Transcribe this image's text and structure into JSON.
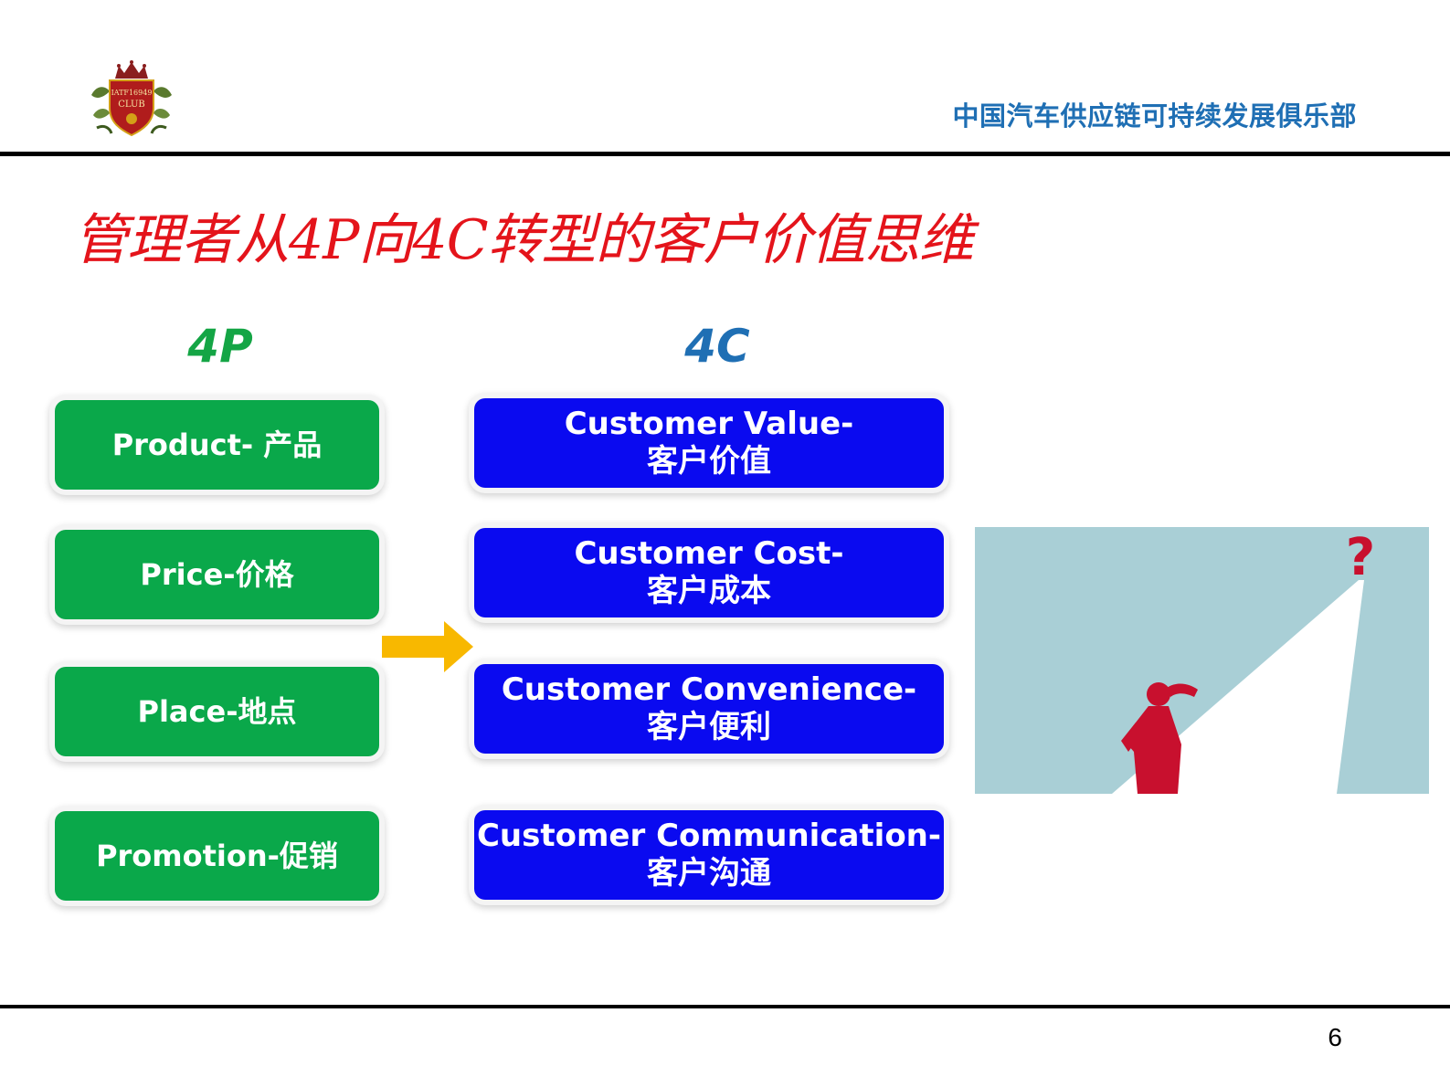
{
  "header": {
    "logo_text_1": "IATF16949",
    "logo_text_2": "CLUB",
    "org_name": "中国汽车供应链可持续发展俱乐部"
  },
  "title": "管理者从4P向4C转型的客户价值思维",
  "columns": {
    "left_heading": "4P",
    "right_heading": "4C"
  },
  "four_p": [
    {
      "label": "Product- 产品"
    },
    {
      "label": "Price-价格"
    },
    {
      "label": "Place-地点"
    },
    {
      "label": "Promotion-促销"
    }
  ],
  "four_c": [
    {
      "line1": "Customer Value-",
      "line2": "客户价值"
    },
    {
      "line1": "Customer Cost-",
      "line2": "客户成本"
    },
    {
      "line1": "Customer Convenience-",
      "line2": "客户便利"
    },
    {
      "line1": "Customer Communication-",
      "line2": "客户沟通"
    }
  ],
  "illustration": {
    "symbol": "?"
  },
  "page_number": "6",
  "colors": {
    "title": "#e4141b",
    "org_name": "#1f6fb4",
    "four_p_box": "#0aa84a",
    "four_c_box": "#0a0af0",
    "arrow": "#f8b800",
    "illustration_bg": "#a9cfd6",
    "figure": "#c8102e"
  }
}
